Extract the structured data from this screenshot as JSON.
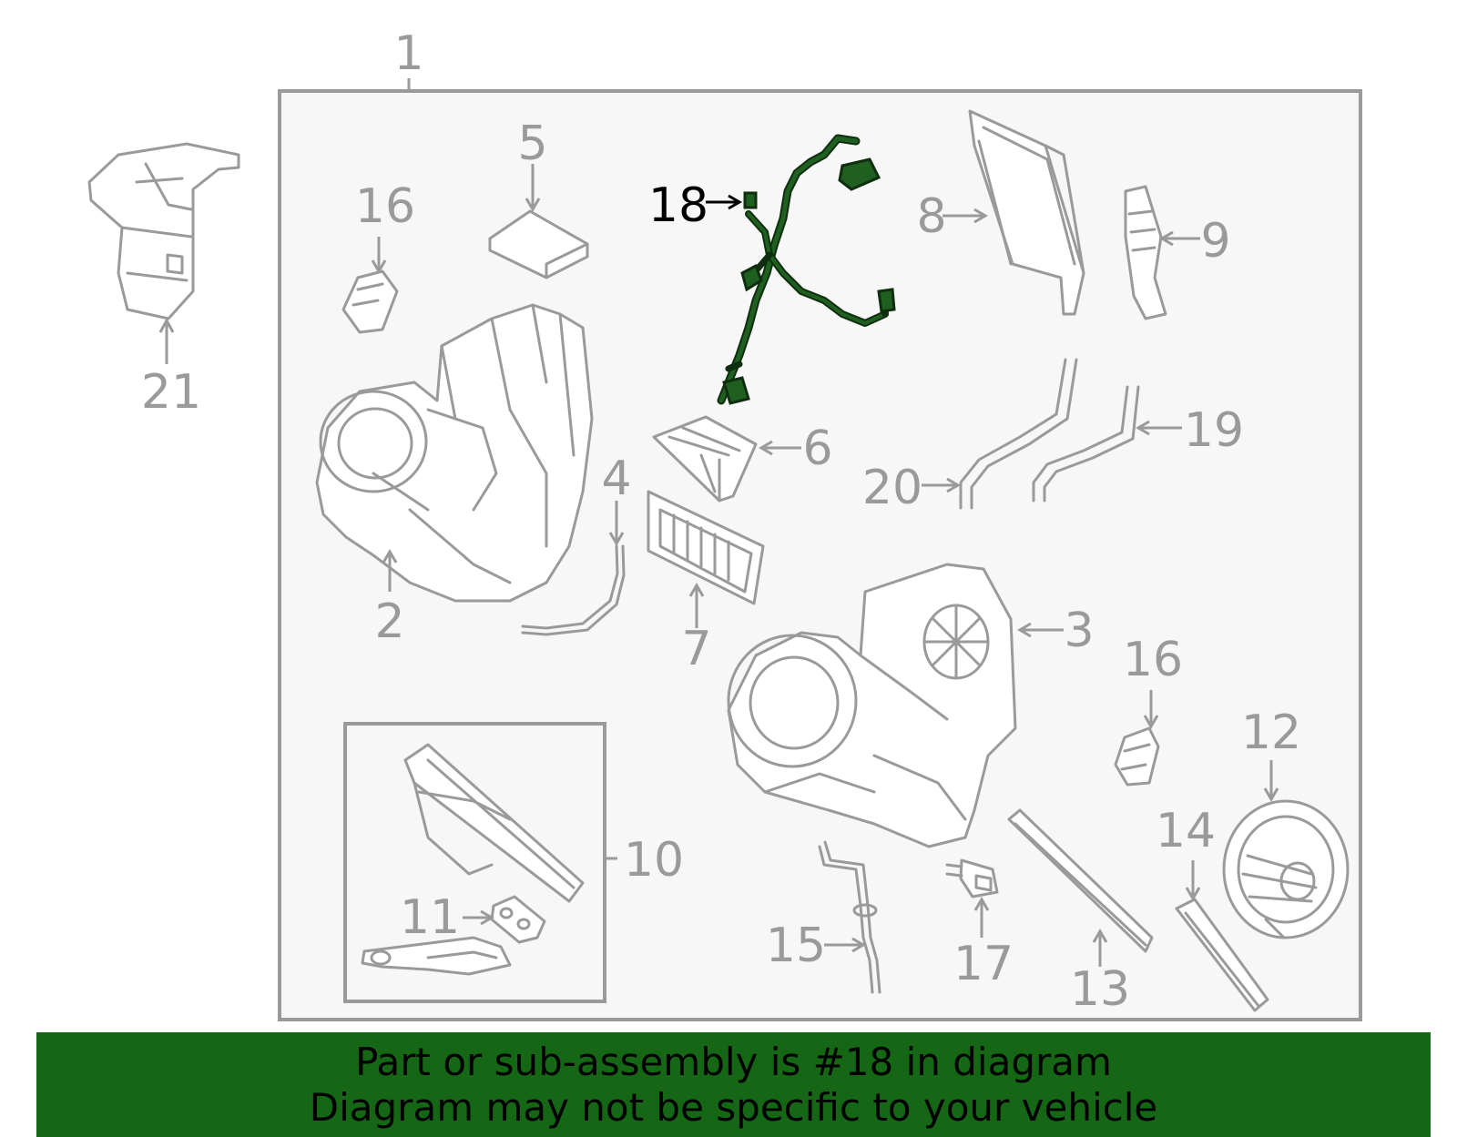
{
  "callouts": [
    {
      "id": "1",
      "label": "1"
    },
    {
      "id": "2",
      "label": "2"
    },
    {
      "id": "3",
      "label": "3"
    },
    {
      "id": "4",
      "label": "4"
    },
    {
      "id": "5",
      "label": "5"
    },
    {
      "id": "6",
      "label": "6"
    },
    {
      "id": "7",
      "label": "7"
    },
    {
      "id": "8",
      "label": "8"
    },
    {
      "id": "9",
      "label": "9"
    },
    {
      "id": "10",
      "label": "10"
    },
    {
      "id": "11",
      "label": "11"
    },
    {
      "id": "12",
      "label": "12"
    },
    {
      "id": "13",
      "label": "13"
    },
    {
      "id": "14",
      "label": "14"
    },
    {
      "id": "15",
      "label": "15"
    },
    {
      "id": "16a",
      "label": "16"
    },
    {
      "id": "16b",
      "label": "16"
    },
    {
      "id": "17",
      "label": "17"
    },
    {
      "id": "18",
      "label": "18",
      "highlighted": true
    },
    {
      "id": "19",
      "label": "19"
    },
    {
      "id": "20",
      "label": "20"
    },
    {
      "id": "21",
      "label": "21"
    }
  ],
  "banner": {
    "line1": "Part or sub-assembly is #18 in diagram",
    "line2": "Diagram may not be specific to your vehicle"
  },
  "colors": {
    "highlight_part": "#1f5f1f",
    "banner": "#156715",
    "part_line": "#9a9a9a",
    "panel_bg": "#f7f7f7"
  }
}
